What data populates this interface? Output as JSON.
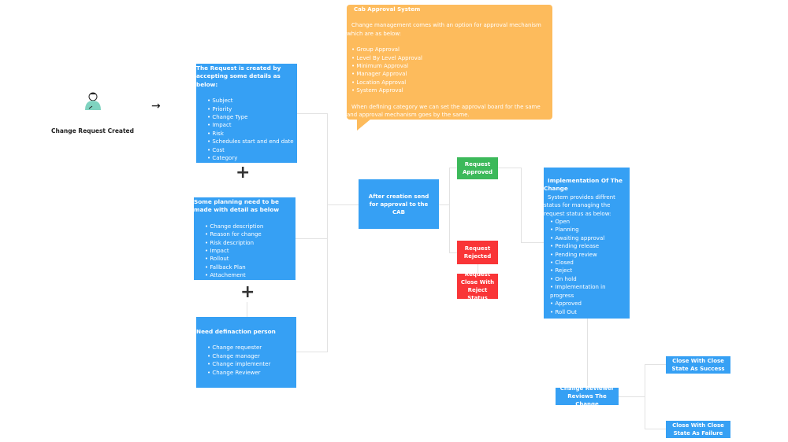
{
  "start": {
    "label": "Change Request Created",
    "icon": "person-writing-icon",
    "arrow": "→"
  },
  "box1": {
    "title": "The Request is created by accepting some details as below:",
    "items": [
      "Subject",
      "Priority",
      "Change Type",
      "Impact",
      "Risk",
      "Schedules start and end date",
      "Cost",
      "Category"
    ]
  },
  "box2": {
    "title": "Some planning need to be made with detail as below",
    "items": [
      "Change description",
      "Reason for change",
      "Risk description",
      "Impact",
      "Rollout",
      "Fallback Plan",
      "Attachement"
    ]
  },
  "box3": {
    "title": "Need definaction person",
    "items": [
      "Change requester",
      "Change manager",
      "Change implementer",
      "Change Reviewer"
    ]
  },
  "plus": "+",
  "cab": {
    "label": "After creation send for approval to the CAB"
  },
  "callout": {
    "title": "Cab Approval System",
    "intro": "Change management comes with an  option for approval mechanism which are as below:",
    "items": [
      "Group Approval",
      "Level By Level Approval",
      "Minimum Approval",
      "Manager Approval",
      "Location Approval",
      "System Approval"
    ],
    "outro": "When defining category we can set the approval  board for the same and approval mechanism goes by the same."
  },
  "approved": "Request Approved",
  "rejected": "Request Rejected",
  "reject_close": "Request Close With Reject Status",
  "impl": {
    "title": "Implementation Of The Change",
    "intro": "System provides diffrent status for managing the request status as below:",
    "items": [
      "Open",
      "Planning",
      "Awaiting approval",
      "Pending release",
      "Pending review",
      "Closed",
      "Reject",
      "On hold",
      "Implementation in progress",
      "Approved",
      "Roll Out"
    ]
  },
  "reviewer": "Change Reviewer Reviews The Change",
  "success": "Close With Close State As Success",
  "failure": "Close With Close State As Failure",
  "colors": {
    "blue": "#36a0f4",
    "green": "#3cb95a",
    "red": "#f93537",
    "orange": "#fdbb5c"
  }
}
